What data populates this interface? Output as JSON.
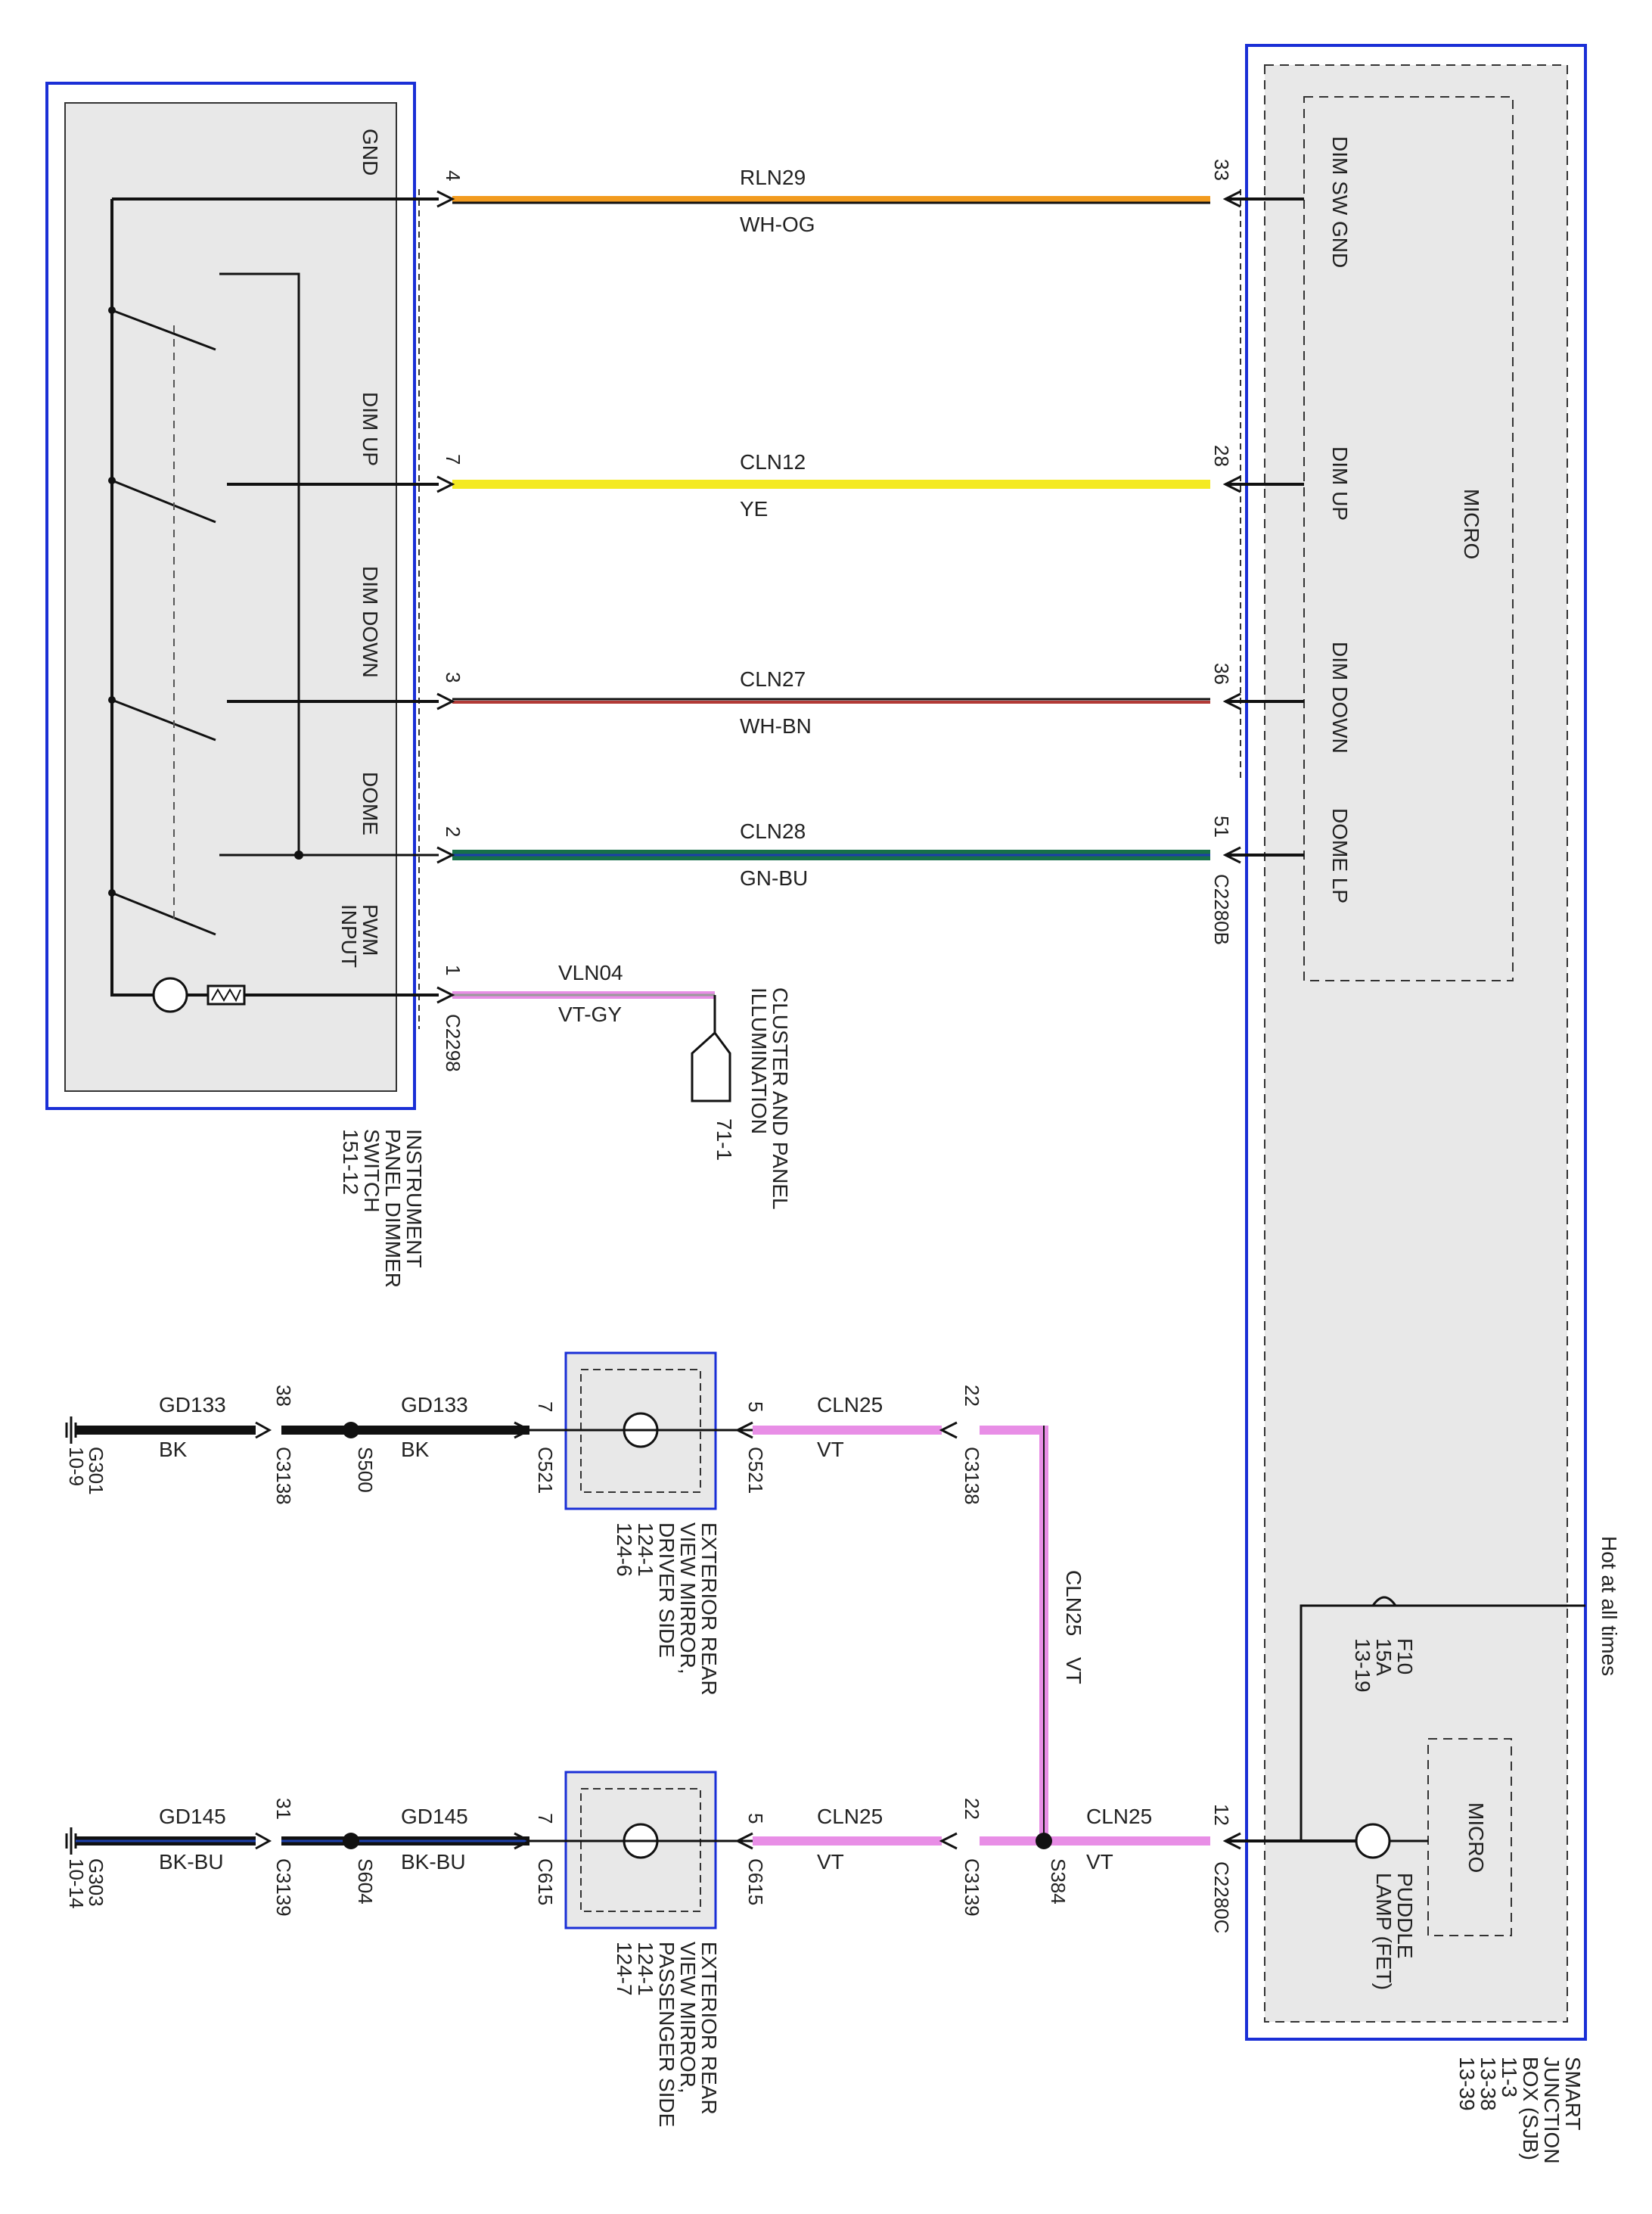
{
  "hot_label": "Hot at all times",
  "modules": {
    "dimmer_switch": {
      "name_lines": [
        "INSTRUMENT",
        "PANEL DIMMER",
        "SWITCH",
        "151-12"
      ],
      "pins": [
        "GND",
        "DIM UP",
        "DIM DOWN",
        "DOME",
        "PWM",
        "INPUT"
      ]
    },
    "sjb": {
      "name_lines": [
        "SMART",
        "JUNCTION",
        "BOX (SJB)",
        "11-3",
        "13-38",
        "13-39"
      ],
      "micro_label": "MICRO",
      "micro2_label": "MICRO",
      "pins": [
        "DIM SW GND",
        "DIM UP",
        "DIM DOWN",
        "DOME LP"
      ],
      "fuse_lines": [
        "F10",
        "15A",
        "13-19"
      ],
      "puddle_lines": [
        "PUDDLE",
        "LAMP (FET)"
      ]
    },
    "cluster": {
      "name_lines": [
        "CLUSTER AND PANEL",
        "ILLUMINATION"
      ],
      "ref": "71-1"
    },
    "mirror_driver": {
      "name_lines": [
        "EXTERIOR REAR",
        "VIEW MIRROR,",
        "DRIVER SIDE",
        "124-1",
        "124-6"
      ]
    },
    "mirror_passenger": {
      "name_lines": [
        "EXTERIOR REAR",
        "VIEW MIRROR,",
        "PASSENGER SIDE",
        "124-1",
        "124-7"
      ]
    }
  },
  "wires": [
    {
      "circuit": "RLN29",
      "color": "WH-OG",
      "pin_left": "4",
      "pin_right": "33"
    },
    {
      "circuit": "CLN12",
      "color": "YE",
      "pin_left": "7",
      "pin_right": "28"
    },
    {
      "circuit": "CLN27",
      "color": "WH-BN",
      "pin_left": "3",
      "pin_right": "36"
    },
    {
      "circuit": "CLN28",
      "color": "GN-BU",
      "pin_left": "2",
      "pin_right": "51"
    },
    {
      "circuit": "VLN04",
      "color": "VT-GY",
      "pin_left": "1",
      "pin_right": ""
    }
  ],
  "connectors": {
    "c2280b": "C2280B",
    "c2298": "C2298",
    "c2280c": "C2280C",
    "c2280c_pin": "12"
  },
  "driver_row": {
    "ground": "G301",
    "ground_ref": "10-9",
    "c3138_pin": "38",
    "c3138": "C3138",
    "splice": "S500",
    "gd_circuit": "GD133",
    "gd_color": "BK",
    "c521_pin_left": "7",
    "c521_left": "C521",
    "c521_pin_right": "5",
    "c521_right": "C521",
    "cln_circuit": "CLN25",
    "cln_color": "VT",
    "c3138b_pin": "22",
    "c3138b": "C3138"
  },
  "passenger_row": {
    "ground": "G303",
    "ground_ref": "10-14",
    "c3139_pin": "31",
    "c3139": "C3139",
    "splice": "S604",
    "gd_circuit": "GD145",
    "gd_color": "BK-BU",
    "c615_pin_left": "7",
    "c615_left": "C615",
    "c615_pin_right": "5",
    "c615_right": "C615",
    "cln_circuit": "CLN25",
    "cln_color": "VT",
    "c3139b_pin": "22",
    "c3139b": "C3139",
    "splice_main": "S384",
    "main_circuit": "CLN25",
    "main_color": "VT"
  },
  "vertical_wire": {
    "circuit": "CLN25",
    "color": "VT"
  },
  "colors": {
    "frame_blue": "#1a2fd6",
    "module_fill": "#e8e8e8",
    "orange": "#f29b1f",
    "yellow": "#f4ea22",
    "brown_red": "#b23a36",
    "green": "#17704a",
    "blue_dk": "#1c3faa",
    "violet": "#e88ee6",
    "gray": "#9a9a9a"
  }
}
